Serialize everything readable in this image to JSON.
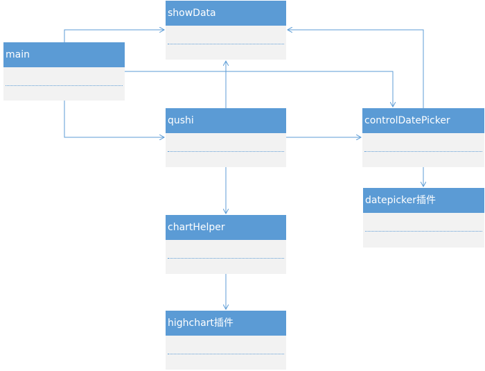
{
  "diagram": {
    "accent_color": "#5b9bd5",
    "body_color": "#f2f2f2",
    "nodes": [
      {
        "id": "showData",
        "label": "showData"
      },
      {
        "id": "main",
        "label": "main"
      },
      {
        "id": "qushi",
        "label": "qushi"
      },
      {
        "id": "controlDatePicker",
        "label": "controlDatePicker"
      },
      {
        "id": "datepicker",
        "label": "datepicker插件"
      },
      {
        "id": "chartHelper",
        "label": "chartHelper"
      },
      {
        "id": "highchart",
        "label": "highchart插件"
      }
    ],
    "edges": [
      {
        "from": "main",
        "to": "showData"
      },
      {
        "from": "main",
        "to": "qushi"
      },
      {
        "from": "main",
        "to": "controlDatePicker"
      },
      {
        "from": "qushi",
        "to": "showData"
      },
      {
        "from": "qushi",
        "to": "controlDatePicker"
      },
      {
        "from": "qushi",
        "to": "chartHelper"
      },
      {
        "from": "controlDatePicker",
        "to": "showData"
      },
      {
        "from": "controlDatePicker",
        "to": "datepicker"
      },
      {
        "from": "chartHelper",
        "to": "highchart"
      }
    ]
  }
}
